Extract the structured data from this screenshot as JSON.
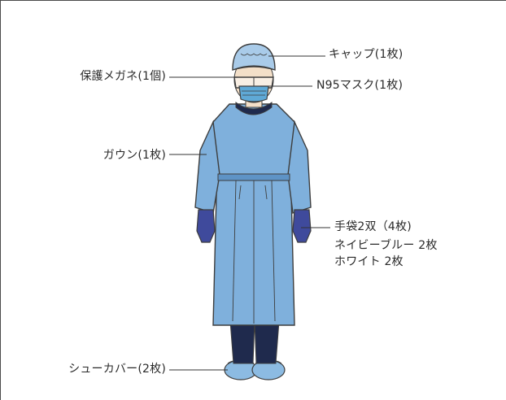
{
  "labels": {
    "cap": "キャップ(1枚)",
    "goggles": "保護メガネ(1個)",
    "mask": "N95マスク(1枚)",
    "gown": "ガウン(1枚)",
    "gloves": "手袋2双（4枚)",
    "gloves_navy": "ネイビーブルー 2枚",
    "gloves_white": "ホワイト 2枚",
    "shoe_covers": "シューカバー(2枚)"
  },
  "colors": {
    "gown": "#7fb0dc",
    "gown_shadow": "#5e93c6",
    "outline": "#3d3d3d",
    "cap": "#a9cbe9",
    "mask": "#5fa9d6",
    "gloves": "#3f4a9c",
    "pants": "#1f2a4d",
    "skin": "#f3dfc8",
    "shoe_covers": "#8cbbe2",
    "leader_line": "#333333"
  }
}
